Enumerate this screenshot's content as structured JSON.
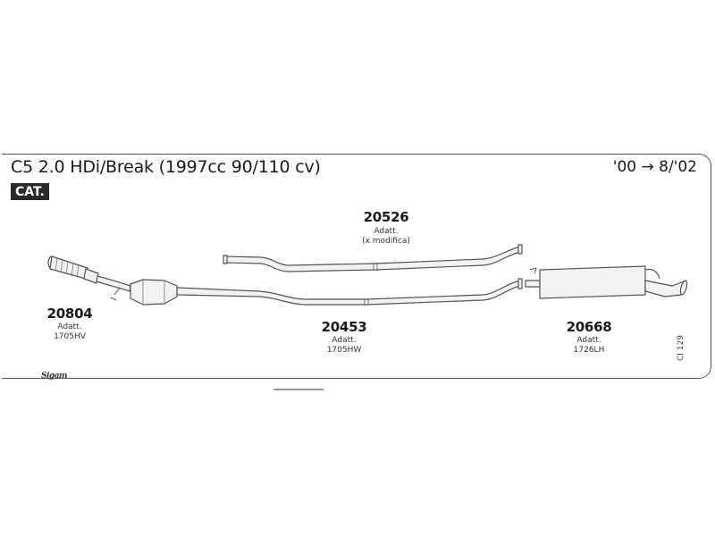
{
  "header": {
    "model": "C5 2.0 HDi/Break (1997cc 90/110 cv)",
    "dates": "'00 → 8/'02",
    "badge": "CAT."
  },
  "parts": [
    {
      "number": "20804",
      "lines": [
        "Adatt.",
        "1705HV"
      ]
    },
    {
      "number": "20526",
      "lines": [
        "Adatt.",
        "(x modifica)"
      ]
    },
    {
      "number": "20453",
      "lines": [
        "Adatt.",
        "1705HW"
      ]
    },
    {
      "number": "20668",
      "lines": [
        "Adatt.",
        "1726LH"
      ]
    }
  ],
  "ref_code": "CI 129",
  "logo": "Sigam",
  "colors": {
    "outline": "#555555",
    "badge": "#2a2a2a",
    "pipe_fill": "#f2f2f2"
  }
}
